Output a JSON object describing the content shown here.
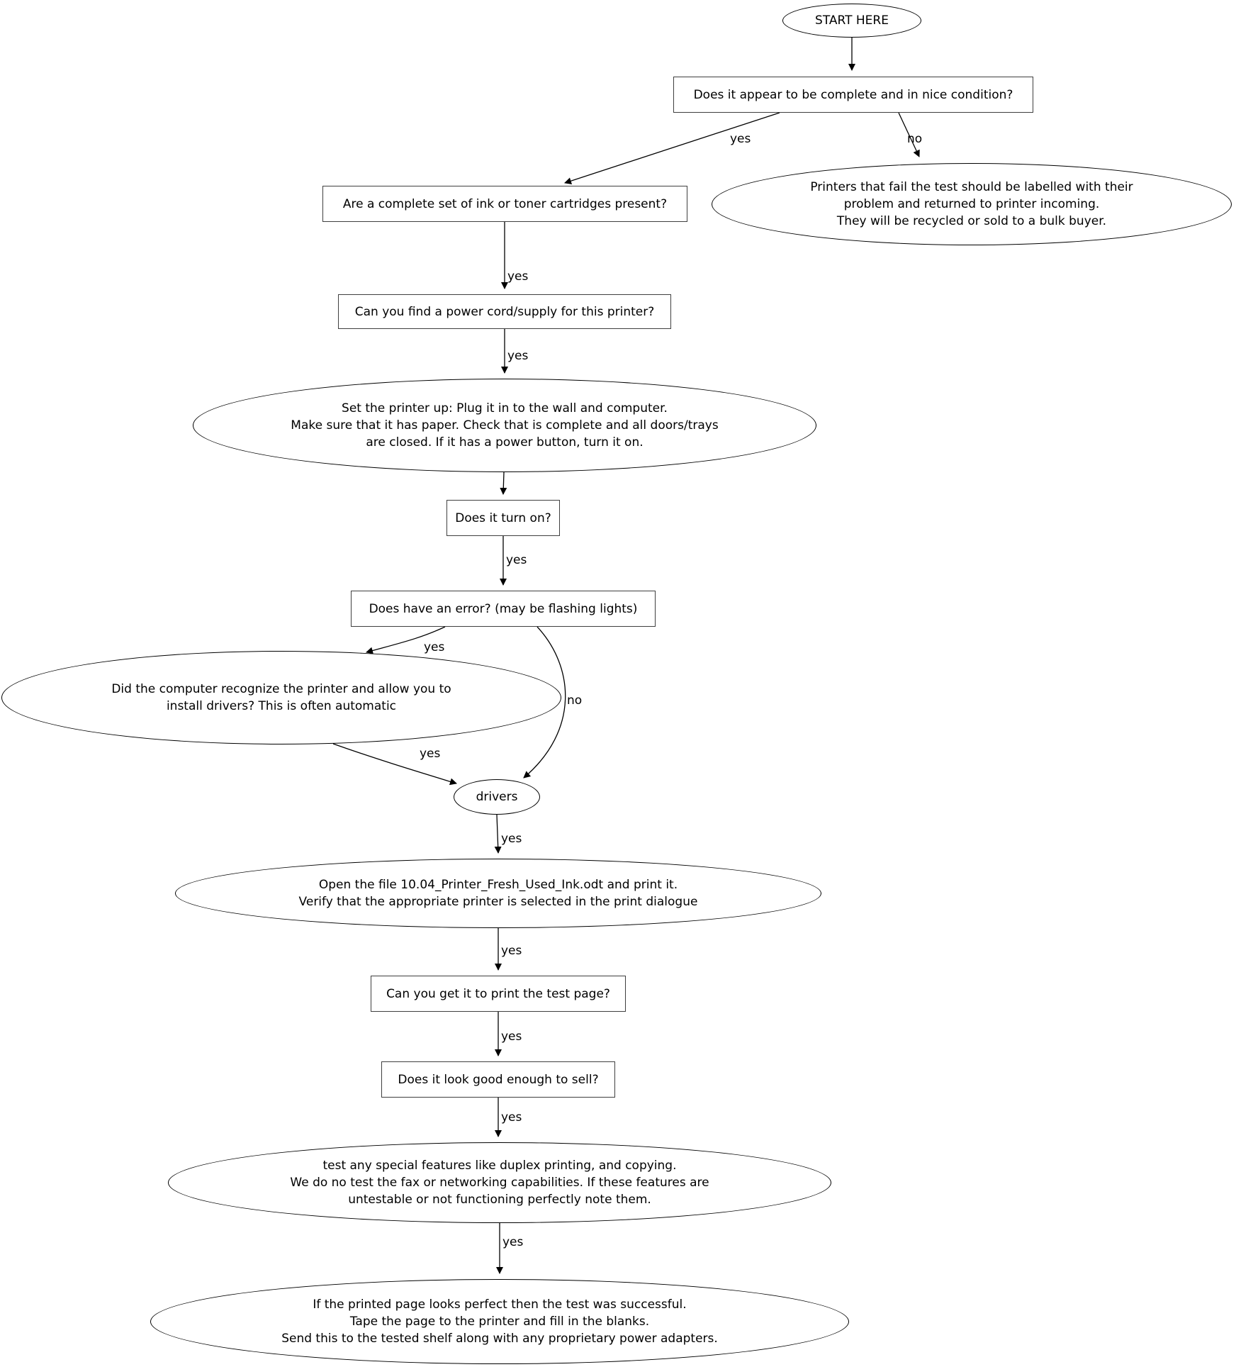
{
  "diagram_type": "flowchart",
  "nodes": {
    "start": {
      "shape": "ellipse",
      "label": "START HERE"
    },
    "q_complete": {
      "shape": "box",
      "label": "Does it appear to be complete and in nice condition?"
    },
    "fail": {
      "shape": "ellipse",
      "lines": [
        "Printers that fail the test should be labelled with their",
        "problem and returned to printer incoming.",
        "They will be recycled or sold to a bulk buyer."
      ]
    },
    "q_cartridges": {
      "shape": "box",
      "label": "Are a complete set of ink or toner cartridges present?"
    },
    "q_power": {
      "shape": "box",
      "label": "Can you find a power cord/supply for this printer?"
    },
    "setup": {
      "shape": "ellipse",
      "lines": [
        "Set the printer up: Plug it in to the wall and computer.",
        "Make sure that it has paper. Check that is complete and all doors/trays",
        "are closed. If it has a power button, turn it on."
      ]
    },
    "q_turnon": {
      "shape": "box",
      "label": "Does it turn on?"
    },
    "q_error": {
      "shape": "box",
      "label": "Does have an error? (may be flashing lights)"
    },
    "recognize": {
      "shape": "ellipse",
      "lines": [
        "Did the computer recognize the printer and allow you to",
        "install drivers? This is often automatic"
      ]
    },
    "drivers": {
      "shape": "ellipse",
      "label": "drivers"
    },
    "open_file": {
      "shape": "ellipse",
      "lines": [
        "Open the file 10.04_Printer_Fresh_Used_Ink.odt and print it.",
        "Verify that the appropriate printer is selected in the print dialogue"
      ]
    },
    "q_testpage": {
      "shape": "box",
      "label": "Can you get it to print the test page?"
    },
    "q_sell": {
      "shape": "box",
      "label": "Does it look good enough to sell?"
    },
    "features": {
      "shape": "ellipse",
      "lines": [
        "test any special features like duplex printing, and copying.",
        "We do no test the fax or networking capabilities. If these features are",
        "untestable or not functioning perfectly note them."
      ]
    },
    "final": {
      "shape": "ellipse",
      "lines": [
        "If the printed page looks perfect then the test was successful.",
        "Tape the page to the printer and fill in the blanks.",
        "Send this to the tested shelf along with any proprietary power adapters."
      ]
    }
  },
  "edge_labels": {
    "complete_to_cartridges": "yes",
    "complete_to_fail": "no",
    "cartridges_to_power": "yes",
    "power_to_setup": "yes",
    "turnon_to_error": "yes",
    "error_to_recognize": "yes",
    "error_to_drivers": "no",
    "recognize_to_drivers": "yes",
    "drivers_to_open_file": "yes",
    "open_file_to_testpage": "yes",
    "testpage_to_sell": "yes",
    "sell_to_features": "yes",
    "features_to_final": "yes"
  },
  "colors": {
    "background": "#ffffff",
    "ellipse_stroke": "#000000",
    "box_stroke": "#3f3f3f",
    "text": "#000000",
    "edge_stroke": "#000000"
  }
}
